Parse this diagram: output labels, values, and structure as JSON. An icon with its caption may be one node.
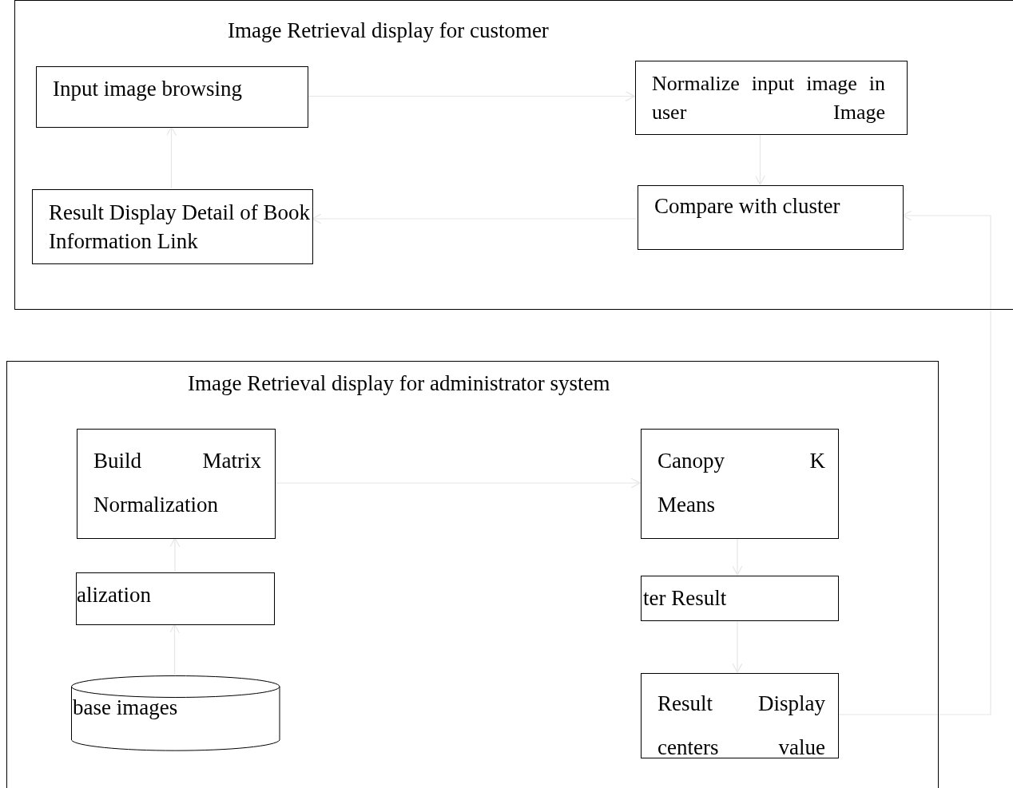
{
  "diagram": {
    "nodes": [
      {
        "text": [
          "Image Retrieval display for customer"
        ]
      },
      {
        "text": [
          "Input image browsing"
        ],
        "in": 0
      },
      {
        "text": [
          "Normalize input image in user Image"
        ],
        "in": 0
      },
      {
        "text": [
          "Result Display Detail of Book Information Link"
        ],
        "in": 0
      },
      {
        "text": [
          "Compare with cluster"
        ],
        "in": 0
      },
      {
        "text": [
          "Image Retrieval display for administrator system"
        ]
      },
      {
        "text": [
          "Build Matrix Normalization"
        ],
        "in": 5
      },
      {
        "text": [
          "Canopy K Means"
        ],
        "in": 5
      },
      {
        "text": [
          "alization"
        ],
        "in": 5
      },
      {
        "text": [
          "ter Result"
        ],
        "in": 5
      },
      {
        "text": [
          "base images"
        ],
        "in": 5
      },
      {
        "text": [
          "Result Display centers value"
        ],
        "in": 5
      }
    ],
    "edges": [
      {
        "from": 1,
        "to": 2,
        "arrow": "to"
      },
      {
        "from": 2,
        "to": 4,
        "arrow": "to"
      },
      {
        "from": 4,
        "to": 3,
        "arrow": "to"
      },
      {
        "from": 3,
        "to": 1,
        "arrow": "to"
      },
      {
        "from": 10,
        "to": 8,
        "arrow": "to"
      },
      {
        "from": 8,
        "to": 6,
        "arrow": "to"
      },
      {
        "from": 6,
        "to": 7,
        "arrow": "to"
      },
      {
        "from": 7,
        "to": 9,
        "arrow": "to"
      },
      {
        "from": 9,
        "to": 11,
        "arrow": "to"
      },
      {
        "from": 11,
        "to": 4,
        "arrow": "to"
      }
    ]
  }
}
